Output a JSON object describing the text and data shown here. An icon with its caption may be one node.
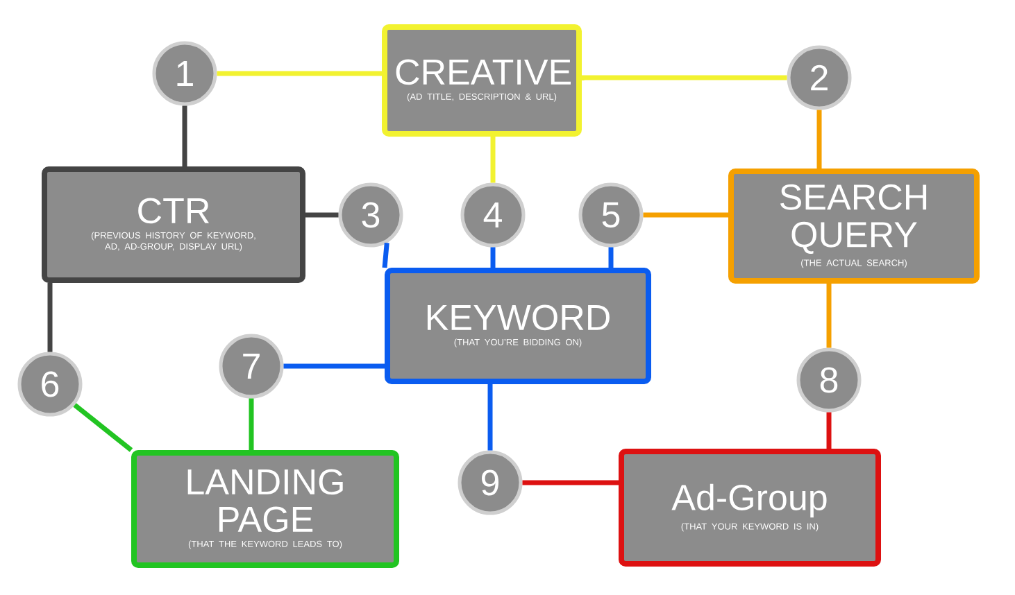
{
  "diagram": {
    "nodes": [
      {
        "text": [
          "1"
        ]
      },
      {
        "text": [
          "CREATIVE",
          "(AD TITLE, DESCRIPTION & URL)"
        ]
      },
      {
        "text": [
          "2"
        ]
      },
      {
        "text": [
          "CTR",
          "(PREVIOUS HISTORY OF KEYWORD, AD, AD-GROUP, DISPLAY URL)"
        ]
      },
      {
        "text": [
          "3"
        ]
      },
      {
        "text": [
          "4"
        ]
      },
      {
        "text": [
          "5"
        ]
      },
      {
        "text": [
          "SEARCH QUERY",
          "(THE ACTUAL SEARCH)"
        ]
      },
      {
        "text": [
          "KEYWORD",
          "(THAT YOU’RE BIDDING ON)"
        ]
      },
      {
        "text": [
          "6"
        ]
      },
      {
        "text": [
          "7"
        ]
      },
      {
        "text": [
          "8"
        ]
      },
      {
        "text": [
          "LANDING PAGE",
          "(THAT THE KEYWORD LEADS TO)"
        ]
      },
      {
        "text": [
          "9"
        ]
      },
      {
        "text": [
          "Ad-Group",
          "(THAT YOUR KEYWORD IS IN)"
        ]
      }
    ],
    "edges": [
      {
        "from": 0,
        "to": 1,
        "arrow": "none",
        "color": "#f2f230"
      },
      {
        "from": 1,
        "to": 2,
        "arrow": "none",
        "color": "#f2f230"
      },
      {
        "from": 1,
        "to": 5,
        "arrow": "none",
        "color": "#f2f230"
      },
      {
        "from": 0,
        "to": 3,
        "arrow": "none",
        "color": "#444444"
      },
      {
        "from": 3,
        "to": 4,
        "arrow": "none",
        "color": "#444444"
      },
      {
        "from": 3,
        "to": 9,
        "arrow": "none",
        "color": "#444444"
      },
      {
        "from": 2,
        "to": 7,
        "arrow": "none",
        "color": "#f5a000"
      },
      {
        "from": 7,
        "to": 6,
        "arrow": "none",
        "color": "#f5a000"
      },
      {
        "from": 7,
        "to": 11,
        "arrow": "none",
        "color": "#f5a000"
      },
      {
        "from": 4,
        "to": 8,
        "arrow": "none",
        "color": "#0a5cf0"
      },
      {
        "from": 5,
        "to": 8,
        "arrow": "none",
        "color": "#0a5cf0"
      },
      {
        "from": 6,
        "to": 8,
        "arrow": "none",
        "color": "#0a5cf0"
      },
      {
        "from": 8,
        "to": 10,
        "arrow": "none",
        "color": "#0a5cf0"
      },
      {
        "from": 8,
        "to": 13,
        "arrow": "none",
        "color": "#0a5cf0"
      },
      {
        "from": 9,
        "to": 12,
        "arrow": "none",
        "color": "#22c422"
      },
      {
        "from": 10,
        "to": 12,
        "arrow": "none",
        "color": "#22c422"
      },
      {
        "from": 11,
        "to": 14,
        "arrow": "none",
        "color": "#dd1111"
      },
      {
        "from": 13,
        "to": 14,
        "arrow": "none",
        "color": "#dd1111"
      }
    ]
  }
}
